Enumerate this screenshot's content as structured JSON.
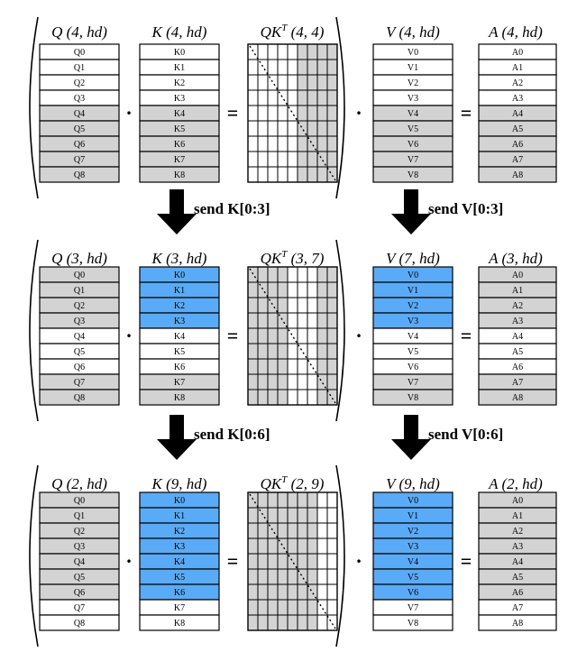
{
  "colors": {
    "gray": "#d3d3d3",
    "blue": "#5aabf7",
    "white": "#ffffff",
    "line": "#000000"
  },
  "operators": {
    "dot": "·",
    "equals": "="
  },
  "rows": [
    {
      "headers": {
        "q": {
          "name": "Q",
          "dims": "(4, hd)"
        },
        "k": {
          "name": "K",
          "dims": "(4, hd)"
        },
        "qk": {
          "name": "QK",
          "sup": "T",
          "dims": "(4, 4)"
        },
        "v": {
          "name": "V",
          "dims": "(4, hd)"
        },
        "a": {
          "name": "A",
          "dims": "(4, hd)"
        }
      },
      "q": {
        "labels": [
          "Q0",
          "Q1",
          "Q2",
          "Q3",
          "Q4",
          "Q5",
          "Q6",
          "Q7",
          "Q8"
        ],
        "fill": [
          "white",
          "white",
          "white",
          "white",
          "gray",
          "gray",
          "gray",
          "gray",
          "gray"
        ]
      },
      "k": {
        "labels": [
          "K0",
          "K1",
          "K2",
          "K3",
          "K4",
          "K5",
          "K6",
          "K7",
          "K8"
        ],
        "fill": [
          "white",
          "white",
          "white",
          "white",
          "gray",
          "gray",
          "gray",
          "gray",
          "gray"
        ]
      },
      "qk": {
        "shaded_cols": [
          5,
          6,
          7,
          8
        ]
      },
      "v": {
        "labels": [
          "V0",
          "V1",
          "V2",
          "V3",
          "V4",
          "V5",
          "V6",
          "V7",
          "V8"
        ],
        "fill": [
          "white",
          "white",
          "white",
          "white",
          "gray",
          "gray",
          "gray",
          "gray",
          "gray"
        ]
      },
      "a": {
        "labels": [
          "A0",
          "A1",
          "A2",
          "A3",
          "A4",
          "A5",
          "A6",
          "A7",
          "A8"
        ],
        "fill": [
          "white",
          "white",
          "white",
          "white",
          "gray",
          "gray",
          "gray",
          "gray",
          "gray"
        ]
      }
    },
    {
      "headers": {
        "q": {
          "name": "Q",
          "dims": "(3, hd)"
        },
        "k": {
          "name": "K",
          "dims": "(3, hd)"
        },
        "qk": {
          "name": "QK",
          "sup": "T",
          "dims": "(3, 7)"
        },
        "v": {
          "name": "V",
          "dims": "(7, hd)"
        },
        "a": {
          "name": "A",
          "dims": "(3, hd)"
        }
      },
      "q": {
        "labels": [
          "Q0",
          "Q1",
          "Q2",
          "Q3",
          "Q4",
          "Q5",
          "Q6",
          "Q7",
          "Q8"
        ],
        "fill": [
          "gray",
          "gray",
          "gray",
          "gray",
          "white",
          "white",
          "white",
          "gray",
          "gray"
        ]
      },
      "k": {
        "labels": [
          "K0",
          "K1",
          "K2",
          "K3",
          "K4",
          "K5",
          "K6",
          "K7",
          "K8"
        ],
        "fill": [
          "blue",
          "blue",
          "blue",
          "blue",
          "white",
          "white",
          "white",
          "gray",
          "gray"
        ]
      },
      "qk": {
        "shaded_cols": [
          0,
          1,
          2,
          3,
          7,
          8
        ]
      },
      "v": {
        "labels": [
          "V0",
          "V1",
          "V2",
          "V3",
          "V4",
          "V5",
          "V6",
          "V7",
          "V8"
        ],
        "fill": [
          "blue",
          "blue",
          "blue",
          "blue",
          "white",
          "white",
          "white",
          "gray",
          "gray"
        ]
      },
      "a": {
        "labels": [
          "A0",
          "A1",
          "A2",
          "A3",
          "A4",
          "A5",
          "A6",
          "A7",
          "A8"
        ],
        "fill": [
          "gray",
          "gray",
          "gray",
          "gray",
          "white",
          "white",
          "white",
          "gray",
          "gray"
        ]
      }
    },
    {
      "headers": {
        "q": {
          "name": "Q",
          "dims": "(2, hd)"
        },
        "k": {
          "name": "K",
          "dims": "(9, hd)"
        },
        "qk": {
          "name": "QK",
          "sup": "T",
          "dims": "(2, 9)"
        },
        "v": {
          "name": "V",
          "dims": "(9, hd)"
        },
        "a": {
          "name": "A",
          "dims": "(2, hd)"
        }
      },
      "q": {
        "labels": [
          "Q0",
          "Q1",
          "Q2",
          "Q3",
          "Q4",
          "Q5",
          "Q6",
          "Q7",
          "Q8"
        ],
        "fill": [
          "gray",
          "gray",
          "gray",
          "gray",
          "gray",
          "gray",
          "gray",
          "white",
          "white"
        ]
      },
      "k": {
        "labels": [
          "K0",
          "K1",
          "K2",
          "K3",
          "K4",
          "K5",
          "K6",
          "K7",
          "K8"
        ],
        "fill": [
          "blue",
          "blue",
          "blue",
          "blue",
          "blue",
          "blue",
          "blue",
          "white",
          "white"
        ]
      },
      "qk": {
        "shaded_cols": [
          0,
          1,
          2,
          3,
          4,
          5,
          6
        ]
      },
      "v": {
        "labels": [
          "V0",
          "V1",
          "V2",
          "V3",
          "V4",
          "V5",
          "V6",
          "V7",
          "V8"
        ],
        "fill": [
          "blue",
          "blue",
          "blue",
          "blue",
          "blue",
          "blue",
          "blue",
          "white",
          "white"
        ]
      },
      "a": {
        "labels": [
          "A0",
          "A1",
          "A2",
          "A3",
          "A4",
          "A5",
          "A6",
          "A7",
          "A8"
        ],
        "fill": [
          "gray",
          "gray",
          "gray",
          "gray",
          "gray",
          "gray",
          "gray",
          "white",
          "white"
        ]
      }
    }
  ],
  "arrows": [
    {
      "left_label": "send K[0:3]",
      "right_label": "send V[0:3]"
    },
    {
      "left_label": "send K[0:6]",
      "right_label": "send V[0:6]"
    }
  ]
}
